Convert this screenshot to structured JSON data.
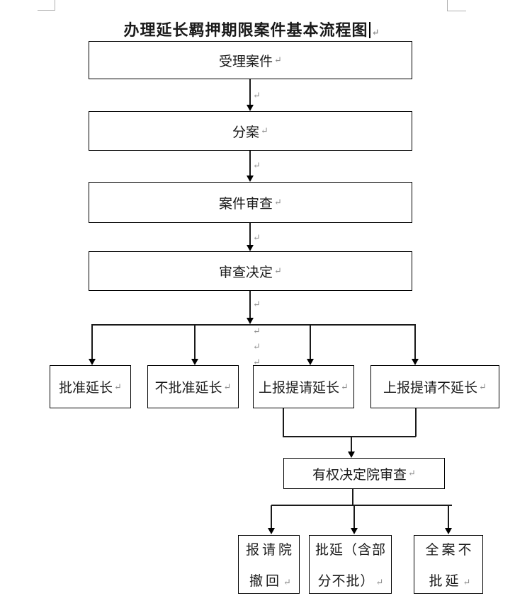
{
  "title": {
    "text": "办理延长羁押期限案件基本流程图"
  },
  "marks": {
    "pilcrow": "↵"
  },
  "nodes": {
    "accept_case": {
      "label": "受理案件"
    },
    "case_assignment": {
      "label": "分案"
    },
    "case_review": {
      "label": "案件审查"
    },
    "review_decision": {
      "label": "审查决定"
    },
    "approve_extension": {
      "label": "批准延长"
    },
    "disapprove_extension": {
      "label": "不批准延长"
    },
    "report_request_extension": {
      "label": "上报提请延长"
    },
    "report_request_no_extension": {
      "label": "上报提请不延长"
    },
    "authority_court_review": {
      "label": "有权决定院审查"
    },
    "report_court_withdraw": {
      "line1": "报请院",
      "line2": "撤回"
    },
    "approve_including_partial_disapproval": {
      "line1": "批延（含部",
      "line2": "分不批）"
    },
    "whole_case_not_approved": {
      "line1": "全案不",
      "line2": "批延"
    }
  },
  "edges": [
    {
      "from": "受理案件",
      "to": "分案"
    },
    {
      "from": "分案",
      "to": "案件审查"
    },
    {
      "from": "案件审查",
      "to": "审查决定"
    },
    {
      "from": "审查决定",
      "to": "批准延长"
    },
    {
      "from": "审查决定",
      "to": "不批准延长"
    },
    {
      "from": "审查决定",
      "to": "上报提请延长"
    },
    {
      "from": "审查决定",
      "to": "上报提请不延长"
    },
    {
      "from": "上报提请延长",
      "to": "有权决定院审查"
    },
    {
      "from": "上报提请不延长",
      "to": "有权决定院审查"
    },
    {
      "from": "有权决定院审查",
      "to": "报请院撤回"
    },
    {
      "from": "有权决定院审查",
      "to": "批延（含部分不批）"
    },
    {
      "from": "有权决定院审查",
      "to": "全案不批延"
    }
  ]
}
